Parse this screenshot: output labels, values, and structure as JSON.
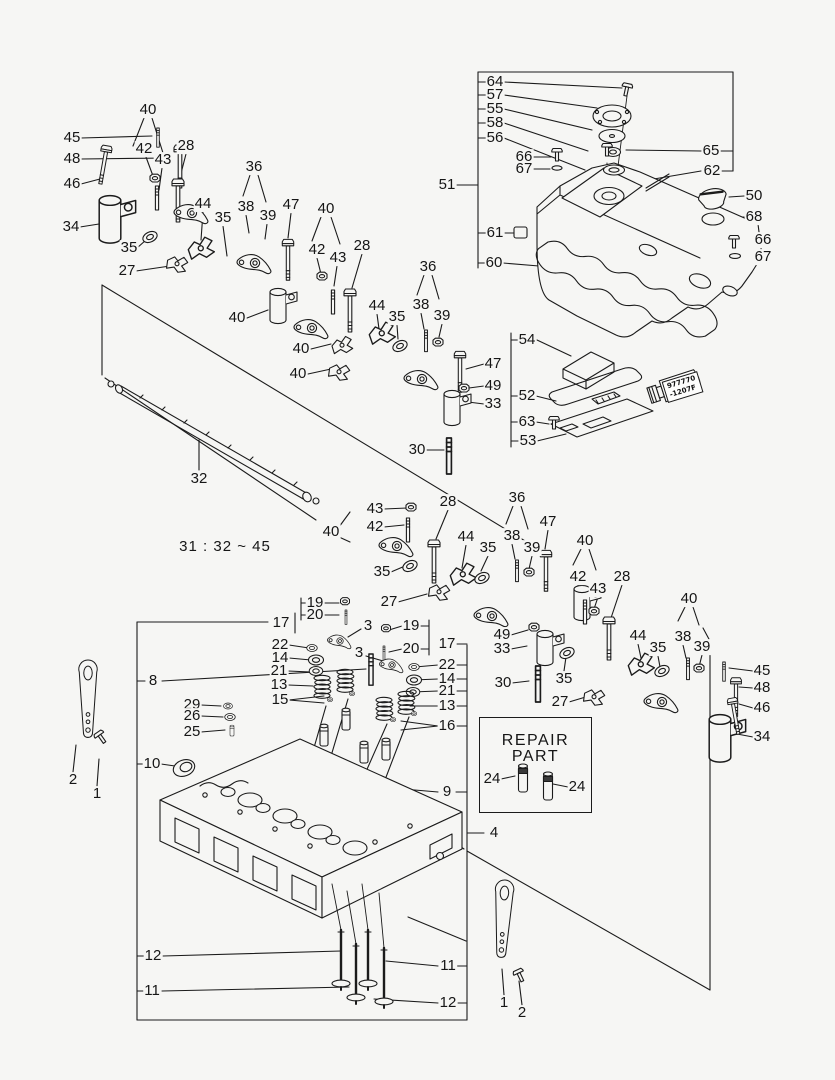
{
  "page": {
    "background": "#f6f6f4",
    "line_color": "#1b1b1b",
    "label_color": "#161616"
  },
  "texts": {
    "shaft_range_note": "31 : 32 ~ 45",
    "repair_part_title": "REPAIR PART",
    "tube_label_line1": "977770",
    "tube_label_line2": "-1207F"
  },
  "diagram": {
    "callouts": [
      [
        "45",
        72,
        138
      ],
      [
        "48",
        72,
        159
      ],
      [
        "46",
        72,
        184
      ],
      [
        "34",
        71,
        227
      ],
      [
        "40",
        148,
        110
      ],
      [
        "42",
        144,
        149
      ],
      [
        "43",
        163,
        160
      ],
      [
        "28",
        186,
        146
      ],
      [
        "35",
        129,
        248
      ],
      [
        "27",
        127,
        271
      ],
      [
        "44",
        203,
        204
      ],
      [
        "35",
        223,
        218
      ],
      [
        "36",
        254,
        167
      ],
      [
        "38",
        246,
        207
      ],
      [
        "39",
        268,
        216
      ],
      [
        "47",
        291,
        205
      ],
      [
        "40",
        326,
        209
      ],
      [
        "42",
        317,
        250
      ],
      [
        "43",
        338,
        258
      ],
      [
        "28",
        362,
        246
      ],
      [
        "40",
        237,
        318
      ],
      [
        "40",
        301,
        349
      ],
      [
        "40",
        298,
        374
      ],
      [
        "36",
        428,
        267
      ],
      [
        "38",
        421,
        305
      ],
      [
        "39",
        442,
        316
      ],
      [
        "44",
        377,
        306
      ],
      [
        "35",
        397,
        317
      ],
      [
        "47",
        493,
        364
      ],
      [
        "49",
        493,
        386
      ],
      [
        "33",
        493,
        404
      ],
      [
        "30",
        417,
        450
      ],
      [
        "32",
        199,
        479
      ],
      [
        "64",
        495,
        82
      ],
      [
        "57",
        495,
        95
      ],
      [
        "55",
        495,
        109
      ],
      [
        "58",
        495,
        123
      ],
      [
        "56",
        495,
        138
      ],
      [
        "66",
        524,
        157
      ],
      [
        "67",
        524,
        169
      ],
      [
        "51",
        447,
        185
      ],
      [
        "61",
        495,
        233
      ],
      [
        "60",
        494,
        263
      ],
      [
        "65",
        711,
        151
      ],
      [
        "62",
        712,
        171
      ],
      [
        "50",
        754,
        196
      ],
      [
        "68",
        754,
        217
      ],
      [
        "66",
        763,
        240
      ],
      [
        "67",
        763,
        257
      ],
      [
        "54",
        527,
        340
      ],
      [
        "52",
        527,
        396
      ],
      [
        "63",
        527,
        422
      ],
      [
        "53",
        528,
        441
      ],
      [
        "43",
        375,
        509
      ],
      [
        "42",
        375,
        527
      ],
      [
        "40",
        331,
        532
      ],
      [
        "28",
        448,
        502
      ],
      [
        "35",
        382,
        572
      ],
      [
        "27",
        389,
        602
      ],
      [
        "44",
        466,
        537
      ],
      [
        "35",
        488,
        548
      ],
      [
        "36",
        517,
        498
      ],
      [
        "38",
        512,
        536
      ],
      [
        "39",
        532,
        548
      ],
      [
        "47",
        548,
        522
      ],
      [
        "40",
        585,
        541
      ],
      [
        "42",
        578,
        577
      ],
      [
        "43",
        598,
        589
      ],
      [
        "28",
        622,
        577
      ],
      [
        "49",
        502,
        635
      ],
      [
        "33",
        502,
        649
      ],
      [
        "30",
        503,
        683
      ],
      [
        "35",
        564,
        679
      ],
      [
        "27",
        560,
        702
      ],
      [
        "44",
        638,
        636
      ],
      [
        "35",
        658,
        648
      ],
      [
        "40",
        689,
        599
      ],
      [
        "38",
        683,
        637
      ],
      [
        "39",
        702,
        647
      ],
      [
        "45",
        762,
        671
      ],
      [
        "48",
        762,
        688
      ],
      [
        "46",
        762,
        708
      ],
      [
        "34",
        762,
        737
      ],
      [
        "19",
        315,
        603
      ],
      [
        "20",
        315,
        615
      ],
      [
        "17",
        281,
        623
      ],
      [
        "3",
        368,
        626
      ],
      [
        "22",
        280,
        645
      ],
      [
        "14",
        280,
        658
      ],
      [
        "21",
        279,
        671
      ],
      [
        "13",
        279,
        685
      ],
      [
        "15",
        280,
        700
      ],
      [
        "3",
        359,
        653
      ],
      [
        "19",
        411,
        626
      ],
      [
        "20",
        411,
        649
      ],
      [
        "17",
        447,
        644
      ],
      [
        "22",
        447,
        665
      ],
      [
        "14",
        447,
        679
      ],
      [
        "21",
        447,
        691
      ],
      [
        "13",
        447,
        706
      ],
      [
        "16",
        447,
        726
      ],
      [
        "29",
        192,
        705
      ],
      [
        "26",
        192,
        716
      ],
      [
        "25",
        192,
        732
      ],
      [
        "8",
        153,
        681
      ],
      [
        "10",
        152,
        764
      ],
      [
        "9",
        447,
        792
      ],
      [
        "4",
        494,
        833
      ],
      [
        "24",
        492,
        779
      ],
      [
        "24",
        577,
        787
      ],
      [
        "12",
        153,
        956
      ],
      [
        "11",
        152,
        991
      ],
      [
        "11",
        448,
        966
      ],
      [
        "12",
        448,
        1003
      ],
      [
        "2",
        73,
        780
      ],
      [
        "1",
        97,
        794
      ],
      [
        "1",
        504,
        1003
      ],
      [
        "2",
        522,
        1013
      ]
    ],
    "leader_lines": [
      [
        478,
        72,
        478,
        268
      ],
      [
        478,
        82,
        486,
        82
      ],
      [
        478,
        95,
        486,
        95
      ],
      [
        478,
        109,
        486,
        109
      ],
      [
        478,
        123,
        486,
        123
      ],
      [
        478,
        138,
        486,
        138
      ],
      [
        478,
        233,
        486,
        233
      ],
      [
        478,
        263,
        486,
        263
      ],
      [
        456,
        185,
        478,
        185
      ],
      [
        478,
        72,
        733,
        72
      ],
      [
        733,
        72,
        733,
        171
      ],
      [
        721,
        151,
        733,
        151
      ],
      [
        722,
        171,
        733,
        171
      ],
      [
        504,
        82,
        622,
        88
      ],
      [
        504,
        95,
        597,
        108
      ],
      [
        504,
        109,
        592,
        130
      ],
      [
        504,
        123,
        588,
        151
      ],
      [
        504,
        138,
        585,
        170
      ],
      [
        533,
        157,
        551,
        157
      ],
      [
        533,
        169,
        550,
        169
      ],
      [
        504,
        233,
        517,
        233
      ],
      [
        503,
        263,
        539,
        266
      ],
      [
        701,
        151,
        626,
        150
      ],
      [
        701,
        171,
        648,
        180
      ],
      [
        744,
        196,
        729,
        197
      ],
      [
        744,
        217,
        727,
        218
      ],
      [
        752,
        240,
        741,
        241
      ],
      [
        752,
        257,
        743,
        256
      ],
      [
        511,
        333,
        511,
        447
      ],
      [
        511,
        340,
        518,
        340
      ],
      [
        511,
        396,
        518,
        396
      ],
      [
        511,
        422,
        518,
        422
      ],
      [
        511,
        441,
        518,
        441
      ],
      [
        537,
        340,
        571,
        356
      ],
      [
        536,
        396,
        556,
        401
      ],
      [
        536,
        422,
        549,
        424
      ],
      [
        537,
        441,
        566,
        434
      ],
      [
        102,
        285,
        545,
        553
      ],
      [
        102,
        285,
        102,
        375
      ],
      [
        105,
        378,
        316,
        520
      ],
      [
        199,
        440,
        199,
        470
      ],
      [
        81,
        138,
        152,
        136
      ],
      [
        81,
        159,
        170,
        158
      ],
      [
        81,
        184,
        100,
        179
      ],
      [
        80,
        227,
        99,
        224
      ],
      [
        144,
        118,
        133,
        146
      ],
      [
        152,
        118,
        163,
        153
      ],
      [
        146,
        157,
        153,
        176
      ],
      [
        162,
        168,
        159,
        190
      ],
      [
        186,
        154,
        179,
        181
      ],
      [
        137,
        248,
        146,
        240
      ],
      [
        136,
        271,
        170,
        266
      ],
      [
        203,
        212,
        201,
        240
      ],
      [
        223,
        226,
        227,
        256
      ],
      [
        250,
        175,
        243,
        196
      ],
      [
        258,
        175,
        266,
        202
      ],
      [
        246,
        215,
        249,
        233
      ],
      [
        267,
        224,
        265,
        239
      ],
      [
        291,
        213,
        288,
        238
      ],
      [
        321,
        217,
        312,
        241
      ],
      [
        331,
        217,
        340,
        244
      ],
      [
        317,
        258,
        321,
        274
      ],
      [
        337,
        266,
        334,
        286
      ],
      [
        362,
        254,
        352,
        288
      ],
      [
        247,
        318,
        268,
        310
      ],
      [
        311,
        349,
        331,
        344
      ],
      [
        308,
        374,
        331,
        369
      ],
      [
        424,
        275,
        417,
        295
      ],
      [
        432,
        275,
        439,
        299
      ],
      [
        421,
        313,
        424,
        329
      ],
      [
        442,
        324,
        439,
        337
      ],
      [
        377,
        314,
        379,
        329
      ],
      [
        397,
        325,
        398,
        339
      ],
      [
        484,
        364,
        466,
        369
      ],
      [
        484,
        386,
        469,
        388
      ],
      [
        484,
        404,
        468,
        402
      ],
      [
        427,
        450,
        444,
        450
      ],
      [
        384,
        509,
        407,
        508
      ],
      [
        384,
        527,
        404,
        525
      ],
      [
        339,
        527,
        350,
        512
      ],
      [
        339,
        537,
        350,
        542
      ],
      [
        448,
        510,
        436,
        539
      ],
      [
        391,
        572,
        405,
        566
      ],
      [
        398,
        602,
        427,
        594
      ],
      [
        466,
        545,
        462,
        568
      ],
      [
        488,
        556,
        481,
        571
      ],
      [
        513,
        506,
        506,
        524
      ],
      [
        521,
        506,
        528,
        529
      ],
      [
        512,
        544,
        515,
        559
      ],
      [
        532,
        556,
        529,
        569
      ],
      [
        548,
        530,
        545,
        549
      ],
      [
        581,
        549,
        573,
        565
      ],
      [
        589,
        549,
        596,
        570
      ],
      [
        578,
        585,
        582,
        598
      ],
      [
        598,
        597,
        594,
        609
      ],
      [
        622,
        585,
        611,
        618
      ],
      [
        511,
        635,
        528,
        630
      ],
      [
        511,
        649,
        527,
        646
      ],
      [
        512,
        683,
        529,
        681
      ],
      [
        564,
        671,
        566,
        657
      ],
      [
        569,
        702,
        589,
        696
      ],
      [
        638,
        644,
        641,
        658
      ],
      [
        658,
        656,
        660,
        667
      ],
      [
        685,
        607,
        678,
        621
      ],
      [
        693,
        607,
        699,
        625
      ],
      [
        683,
        645,
        686,
        658
      ],
      [
        702,
        655,
        699,
        667
      ],
      [
        753,
        671,
        729,
        668
      ],
      [
        753,
        688,
        739,
        687
      ],
      [
        753,
        708,
        739,
        704
      ],
      [
        753,
        737,
        737,
        734
      ],
      [
        703,
        628,
        710,
        641
      ],
      [
        710,
        641,
        710,
        990
      ],
      [
        467,
        851,
        710,
        990
      ],
      [
        400,
        805,
        464,
        849
      ],
      [
        408,
        917,
        466,
        941
      ],
      [
        137,
        622,
        137,
        1020
      ],
      [
        137,
        1020,
        467,
        1020
      ],
      [
        467,
        645,
        467,
        1020
      ],
      [
        137,
        622,
        268,
        622
      ],
      [
        456,
        644,
        467,
        644
      ],
      [
        456,
        665,
        467,
        665
      ],
      [
        456,
        679,
        467,
        679
      ],
      [
        456,
        691,
        467,
        691
      ],
      [
        456,
        706,
        467,
        706
      ],
      [
        456,
        726,
        467,
        726
      ],
      [
        456,
        792,
        467,
        792
      ],
      [
        467,
        833,
        484,
        833
      ],
      [
        457,
        966,
        467,
        966
      ],
      [
        457,
        1003,
        467,
        1003
      ],
      [
        137,
        681,
        145,
        681
      ],
      [
        137,
        764,
        144,
        764
      ],
      [
        137,
        956,
        144,
        956
      ],
      [
        137,
        991,
        144,
        991
      ],
      [
        301,
        598,
        301,
        620
      ],
      [
        301,
        603,
        307,
        603
      ],
      [
        301,
        615,
        307,
        615
      ],
      [
        323,
        603,
        339,
        603
      ],
      [
        323,
        615,
        339,
        615
      ],
      [
        361,
        629,
        348,
        637
      ],
      [
        429,
        620,
        429,
        655
      ],
      [
        420,
        626,
        429,
        626
      ],
      [
        420,
        649,
        429,
        649
      ],
      [
        402,
        626,
        389,
        630
      ],
      [
        402,
        649,
        389,
        652
      ],
      [
        366,
        656,
        383,
        661
      ],
      [
        295,
        613,
        295,
        633
      ],
      [
        289,
        645,
        309,
        648
      ],
      [
        289,
        658,
        311,
        660
      ],
      [
        288,
        671,
        311,
        672
      ],
      [
        288,
        685,
        313,
        686
      ],
      [
        289,
        700,
        324,
        696
      ],
      [
        289,
        700,
        324,
        703
      ],
      [
        438,
        665,
        415,
        667
      ],
      [
        438,
        679,
        413,
        680
      ],
      [
        438,
        691,
        412,
        692
      ],
      [
        438,
        706,
        410,
        706
      ],
      [
        438,
        726,
        401,
        721
      ],
      [
        438,
        726,
        401,
        730
      ],
      [
        201,
        705,
        221,
        706
      ],
      [
        201,
        716,
        223,
        717
      ],
      [
        201,
        732,
        225,
        730
      ],
      [
        162,
        681,
        366,
        669
      ],
      [
        161,
        764,
        175,
        766
      ],
      [
        438,
        792,
        403,
        789
      ],
      [
        326,
        706,
        307,
        772
      ],
      [
        348,
        699,
        323,
        783
      ],
      [
        387,
        724,
        353,
        801
      ],
      [
        409,
        717,
        375,
        806
      ],
      [
        163,
        956,
        341,
        951
      ],
      [
        162,
        991,
        349,
        987
      ],
      [
        438,
        966,
        386,
        961
      ],
      [
        438,
        1003,
        374,
        999
      ],
      [
        97,
        786,
        99,
        759
      ],
      [
        73,
        772,
        76,
        745
      ],
      [
        504,
        995,
        502,
        969
      ],
      [
        522,
        1005,
        519,
        981
      ],
      [
        501,
        779,
        515,
        776
      ],
      [
        568,
        787,
        553,
        784
      ]
    ]
  }
}
